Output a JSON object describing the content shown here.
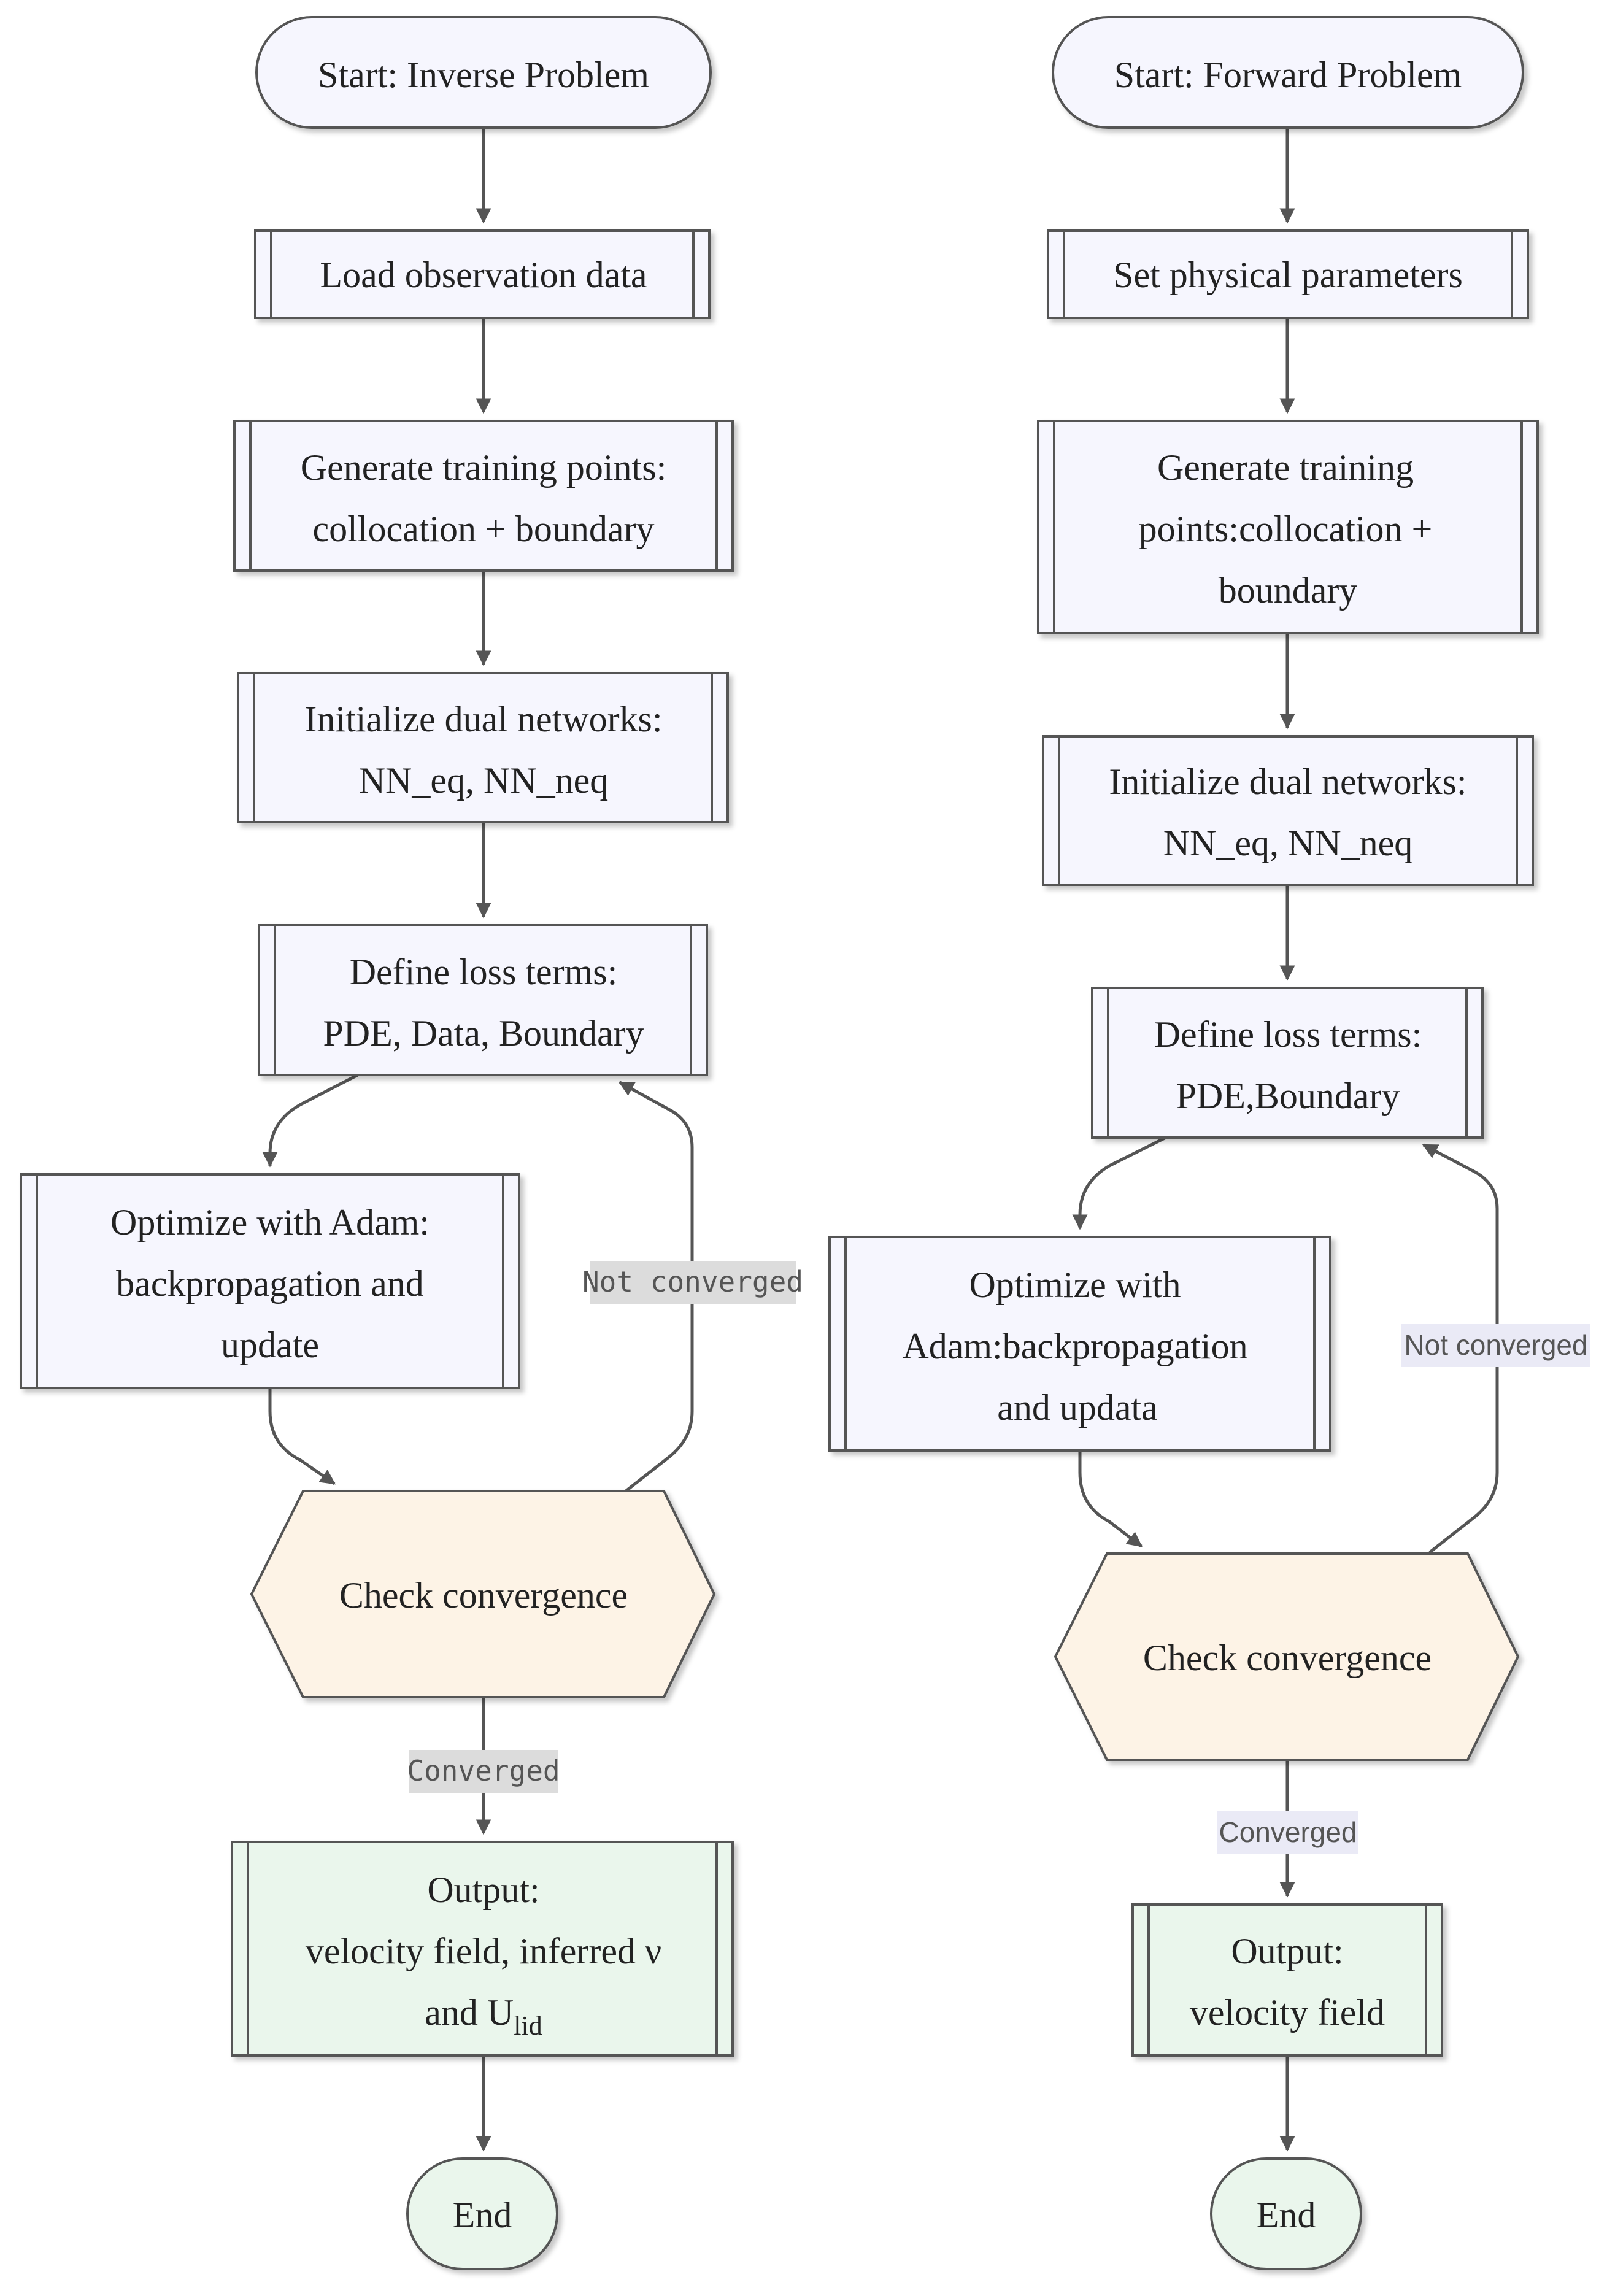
{
  "colors": {
    "process_fill": "#f6f6fe",
    "process_stroke": "#555555",
    "decision_fill": "#fdf3e6",
    "output_fill": "#eaf6ec",
    "terminal_fill": "#eaf6ec",
    "start_fill": "#f6f6fe",
    "edge": "#555555",
    "label_bg_left": "#dcdcdc",
    "label_bg_right": "#eaeaf6"
  },
  "left": {
    "start": "Start: Inverse Problem",
    "load": "Load observation data",
    "gen_line1": "Generate training points:",
    "gen_line2": "collocation + boundary",
    "init_line1": "Initialize dual networks:",
    "init_line2": "NN_eq, NN_neq",
    "loss_line1": "Define loss terms:",
    "loss_line2": "PDE, Data, Boundary",
    "opt_line1": "Optimize with Adam:",
    "opt_line2": "backpropagation and",
    "opt_line3": "update",
    "check": "Check convergence",
    "not_converged": "Not converged",
    "converged": "Converged",
    "out_line1": "Output:",
    "out_line2": "velocity field, inferred ν",
    "out_line3_main": "and U",
    "out_line3_sub": "lid",
    "end": "End"
  },
  "right": {
    "start": "Start: Forward Problem",
    "set": "Set physical parameters",
    "gen_line1": "Generate training",
    "gen_line2": "points:collocation +",
    "gen_line3": "boundary",
    "init_line1": "Initialize dual networks:",
    "init_line2": "NN_eq, NN_neq",
    "loss_line1": "Define loss terms:",
    "loss_line2": "PDE,Boundary",
    "opt_line1": "Optimize with",
    "opt_line2": "Adam:backpropagation",
    "opt_line3": "and updata",
    "check": "Check convergence",
    "not_converged": "Not converged",
    "converged": "Converged",
    "out_line1": "Output:",
    "out_line2": "velocity field",
    "end": "End"
  }
}
